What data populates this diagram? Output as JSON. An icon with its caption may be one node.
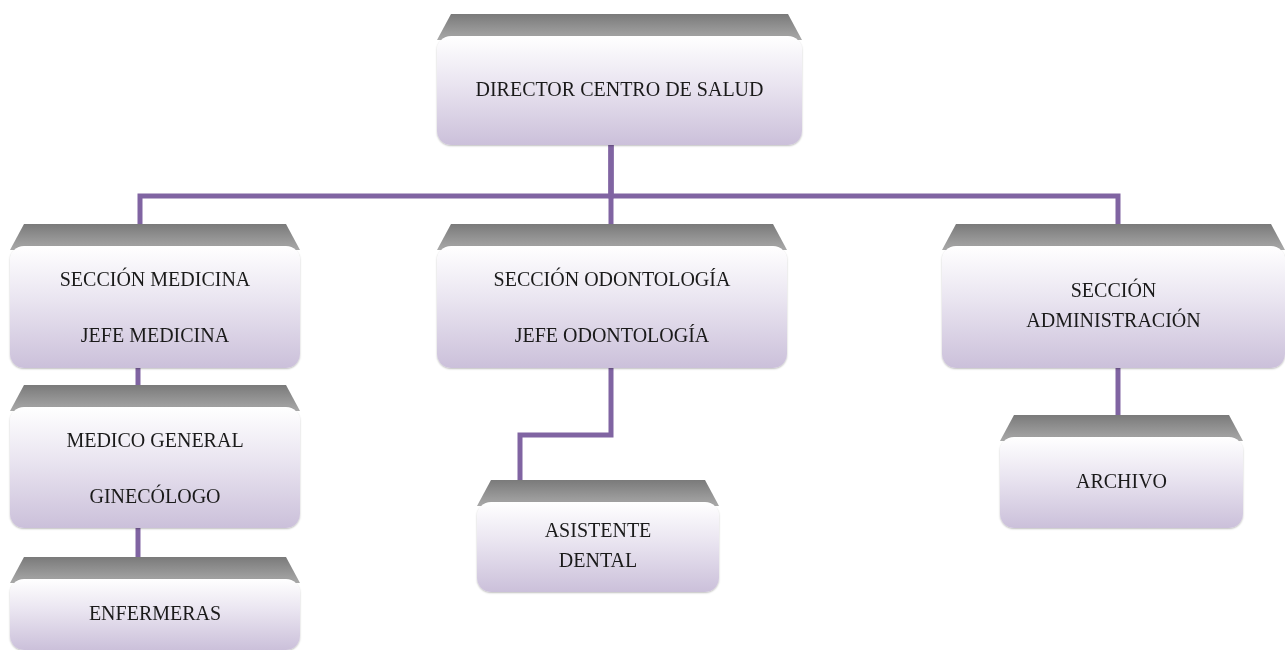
{
  "diagram": {
    "nodes": [
      {
        "text": [
          "DIRECTOR CENTRO DE SALUD"
        ]
      },
      {
        "text": [
          "SECCIÓN MEDICINA",
          "JEFE MEDICINA"
        ]
      },
      {
        "text": [
          "SECCIÓN ODONTOLOGÍA",
          "JEFE ODONTOLOGÍA"
        ]
      },
      {
        "text": [
          "SECCIÓN ADMINISTRACIÓN"
        ]
      },
      {
        "text": [
          "MEDICO GENERAL",
          "GINECÓLOGO"
        ]
      },
      {
        "text": [
          "ENFERMERAS"
        ]
      },
      {
        "text": [
          "ASISTENTE DENTAL"
        ]
      },
      {
        "text": [
          "ARCHIVO"
        ]
      }
    ],
    "edges": [
      {
        "from": 0,
        "to": 1,
        "arrow": "none"
      },
      {
        "from": 0,
        "to": 2,
        "arrow": "none"
      },
      {
        "from": 0,
        "to": 3,
        "arrow": "none"
      },
      {
        "from": 1,
        "to": 4,
        "arrow": "none"
      },
      {
        "from": 4,
        "to": 5,
        "arrow": "none"
      },
      {
        "from": 2,
        "to": 6,
        "arrow": "none"
      },
      {
        "from": 3,
        "to": 7,
        "arrow": "none"
      }
    ]
  }
}
